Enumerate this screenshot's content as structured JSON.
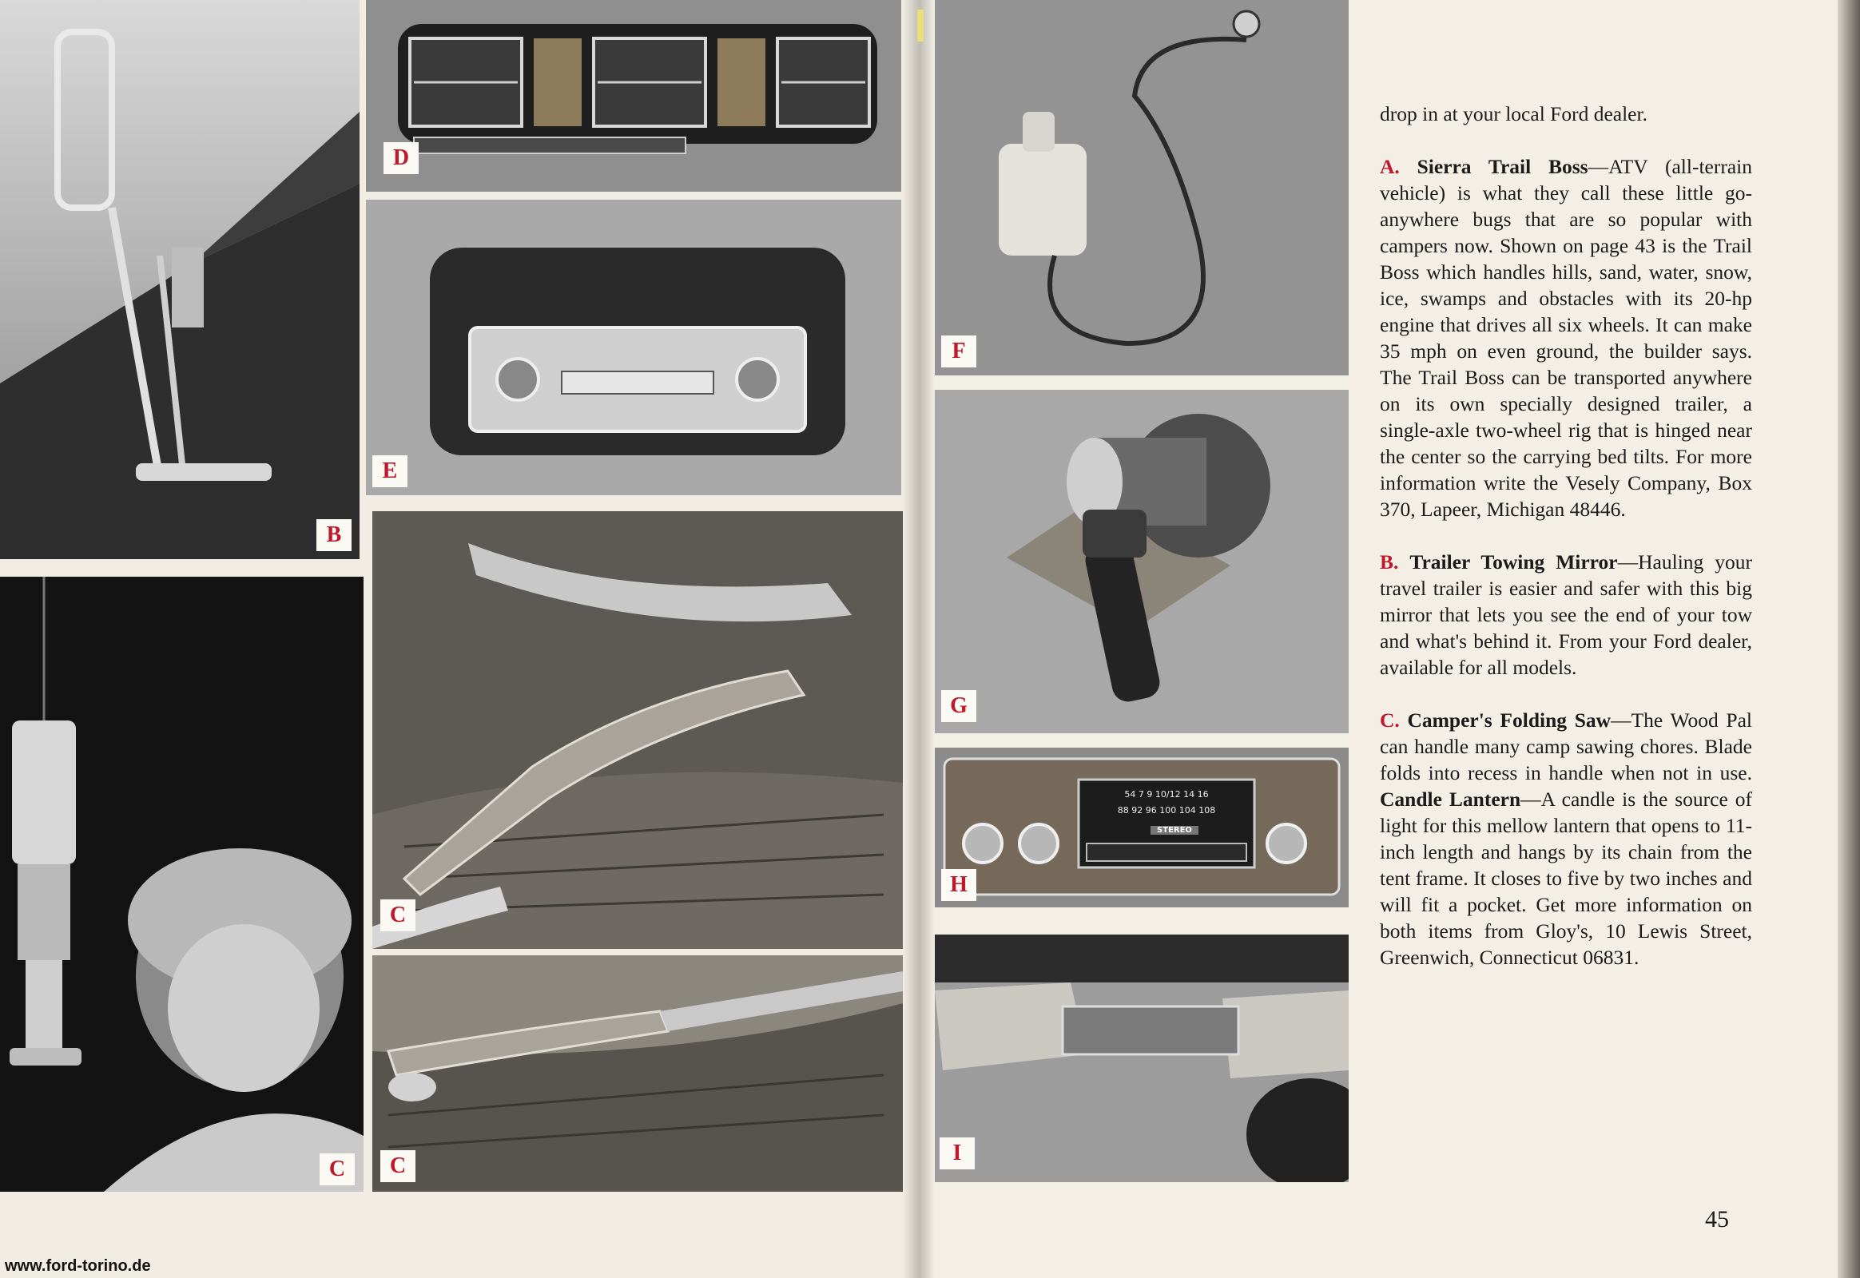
{
  "photo_labels": {
    "b": "B",
    "d": "D",
    "e": "E",
    "c_lantern": "C",
    "c_saw1": "C",
    "c_saw2": "C",
    "f": "F",
    "g": "G",
    "h": "H",
    "i": "I"
  },
  "radio_h": {
    "dial_top": "54 7 9 10/12 14 16",
    "dial_bottom": "88 92 96 100 104 108",
    "badge": "STEREO"
  },
  "article": {
    "intro": "drop in at your local Ford dealer.",
    "items": [
      {
        "letter": "A.",
        "heading": "Sierra Trail Boss",
        "body": "—ATV (all-terrain vehicle) is what they call these little go-anywhere bugs that are so popular with campers now. Shown on page 43 is the Trail Boss which handles hills, sand, water, snow, ice, swamps and obstacles with its 20-hp engine that drives all six wheels. It can make 35 mph on even ground, the builder says. The Trail Boss can be transported anywhere on its own specially designed trailer, a single-axle two-wheel rig that is hinged near the center so the carrying bed tilts. For more information write the Vesely Company, Box 370, Lapeer, Michigan 48446."
      },
      {
        "letter": "B.",
        "heading": "Trailer Towing Mirror",
        "body": "—Hauling your travel trailer is easier and safer with this big mirror that lets you see the end of your tow and what's behind it. From your Ford dealer, available for all models."
      },
      {
        "letter": "C.",
        "heading": "Camper's Folding Saw",
        "body": "—The Wood Pal can handle many camp sawing chores. Blade folds into recess in handle when not in use.",
        "heading2": "Candle Lantern",
        "body2": "—A candle is the source of light for this mellow lantern that opens to 11-inch length and hangs by its chain from the tent frame. It closes to five by two inches and will fit a pocket. Get more information on both items from Gloy's, 10 Lewis Street, Greenwich, Connecticut 06831."
      }
    ]
  },
  "page_number": "45",
  "watermark": "www.ford-torino.de"
}
